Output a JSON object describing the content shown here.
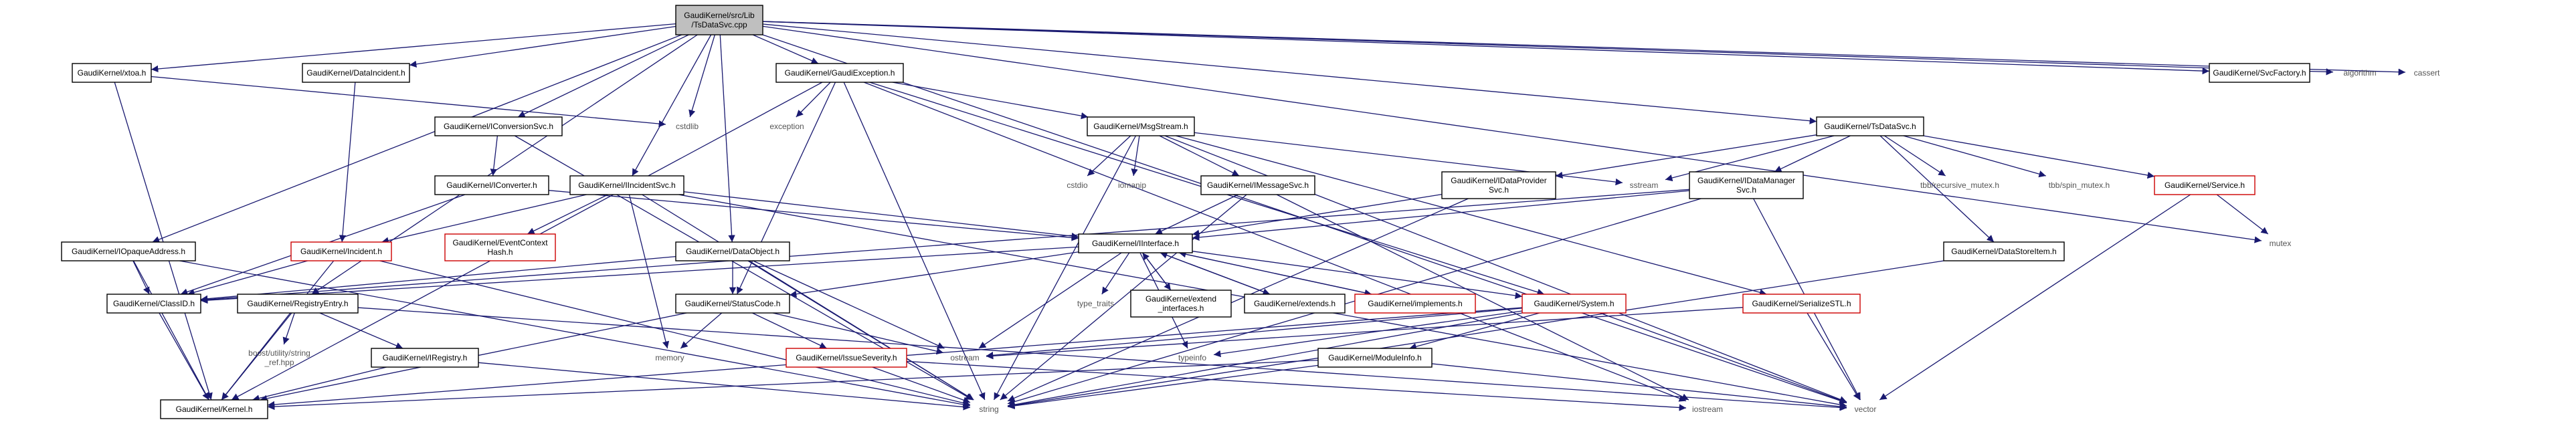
{
  "graph": {
    "nodes": {
      "root": {
        "lines": [
          "GaudiKernel/src/Lib",
          "/TsDataSvc.cpp"
        ],
        "style": "root"
      },
      "xtoa": {
        "lines": [
          "GaudiKernel/xtoa.h"
        ]
      },
      "dataincident": {
        "lines": [
          "GaudiKernel/DataIncident.h"
        ]
      },
      "gaudiexception": {
        "lines": [
          "GaudiKernel/GaudiException.h"
        ]
      },
      "svcfactory": {
        "lines": [
          "GaudiKernel/SvcFactory.h"
        ]
      },
      "algorithm": {
        "lines": [
          "algorithm"
        ],
        "style": "plain"
      },
      "cassert": {
        "lines": [
          "cassert"
        ],
        "style": "plain"
      },
      "cstdlib": {
        "lines": [
          "cstdlib"
        ],
        "style": "plain"
      },
      "exception": {
        "lines": [
          "exception"
        ],
        "style": "plain"
      },
      "iconversionsvc": {
        "lines": [
          "GaudiKernel/IConversionSvc.h"
        ]
      },
      "msgstream": {
        "lines": [
          "GaudiKernel/MsgStream.h"
        ]
      },
      "tsdatasvc": {
        "lines": [
          "GaudiKernel/TsDataSvc.h"
        ]
      },
      "iconverter": {
        "lines": [
          "GaudiKernel/IConverter.h"
        ]
      },
      "iincidentsvc": {
        "lines": [
          "GaudiKernel/IIncidentSvc.h"
        ]
      },
      "cstdio": {
        "lines": [
          "cstdio"
        ],
        "style": "plain"
      },
      "iomanip": {
        "lines": [
          "iomanip"
        ],
        "style": "plain"
      },
      "imessagesvc": {
        "lines": [
          "GaudiKernel/IMessageSvc.h"
        ]
      },
      "sstream": {
        "lines": [
          "sstream"
        ],
        "style": "plain"
      },
      "idataprovidersvc": {
        "lines": [
          "GaudiKernel/IDataProvider",
          "Svc.h"
        ]
      },
      "idatamanagersvc": {
        "lines": [
          "GaudiKernel/IDataManager",
          "Svc.h"
        ]
      },
      "tbbrecmutex": {
        "lines": [
          "tbb/recursive_mutex.h"
        ],
        "style": "plain"
      },
      "tbbspinmutex": {
        "lines": [
          "tbb/spin_mutex.h"
        ],
        "style": "plain"
      },
      "service": {
        "lines": [
          "GaudiKernel/Service.h"
        ],
        "style": "red"
      },
      "mutex": {
        "lines": [
          "mutex"
        ],
        "style": "plain"
      },
      "iopaqueaddress": {
        "lines": [
          "GaudiKernel/IOpaqueAddress.h"
        ]
      },
      "incident": {
        "lines": [
          "GaudiKernel/Incident.h"
        ],
        "style": "red"
      },
      "eventcontexthash": {
        "lines": [
          "GaudiKernel/EventContext",
          "Hash.h"
        ],
        "style": "red"
      },
      "dataobject": {
        "lines": [
          "GaudiKernel/DataObject.h"
        ]
      },
      "iinterface": {
        "lines": [
          "GaudiKernel/IInterface.h"
        ]
      },
      "datastoreitem": {
        "lines": [
          "GaudiKernel/DataStoreItem.h"
        ]
      },
      "classid": {
        "lines": [
          "GaudiKernel/ClassID.h"
        ]
      },
      "registryentry": {
        "lines": [
          "GaudiKernel/RegistryEntry.h"
        ]
      },
      "statuscode": {
        "lines": [
          "GaudiKernel/StatusCode.h"
        ]
      },
      "typetraits": {
        "lines": [
          "type_traits"
        ],
        "style": "plain"
      },
      "extendinterfaces": {
        "lines": [
          "GaudiKernel/extend",
          "_interfaces.h"
        ]
      },
      "extends": {
        "lines": [
          "GaudiKernel/extends.h"
        ]
      },
      "implements": {
        "lines": [
          "GaudiKernel/implements.h"
        ],
        "style": "red"
      },
      "system": {
        "lines": [
          "GaudiKernel/System.h"
        ],
        "style": "red"
      },
      "serializestl": {
        "lines": [
          "GaudiKernel/SerializeSTL.h"
        ],
        "style": "red"
      },
      "boostutilitystringref": {
        "lines": [
          "boost/utility/string",
          "_ref.hpp"
        ],
        "style": "plain"
      },
      "iregistry": {
        "lines": [
          "GaudiKernel/IRegistry.h"
        ]
      },
      "memory": {
        "lines": [
          "memory"
        ],
        "style": "plain"
      },
      "issueseverity": {
        "lines": [
          "GaudiKernel/IssueSeverity.h"
        ],
        "style": "red"
      },
      "ostream": {
        "lines": [
          "ostream"
        ],
        "style": "plain"
      },
      "typeinfo": {
        "lines": [
          "typeinfo"
        ],
        "style": "plain"
      },
      "moduleinfo": {
        "lines": [
          "GaudiKernel/ModuleInfo.h"
        ]
      },
      "kernel": {
        "lines": [
          "GaudiKernel/Kernel.h"
        ]
      },
      "string": {
        "lines": [
          "string"
        ],
        "style": "plain"
      },
      "iostream": {
        "lines": [
          "iostream"
        ],
        "style": "plain"
      },
      "vector": {
        "lines": [
          "vector"
        ],
        "style": "plain"
      }
    },
    "edges": [
      [
        "root",
        "xtoa"
      ],
      [
        "root",
        "dataincident"
      ],
      [
        "root",
        "gaudiexception"
      ],
      [
        "root",
        "svcfactory"
      ],
      [
        "root",
        "algorithm"
      ],
      [
        "root",
        "cassert"
      ],
      [
        "root",
        "cstdlib"
      ],
      [
        "root",
        "iconversionsvc"
      ],
      [
        "root",
        "tsdatasvc"
      ],
      [
        "root",
        "iincidentsvc"
      ],
      [
        "root",
        "iopaqueaddress"
      ],
      [
        "root",
        "dataobject"
      ],
      [
        "root",
        "registryentry"
      ],
      [
        "root",
        "vector"
      ],
      [
        "root",
        "mutex"
      ],
      [
        "xtoa",
        "cstdlib"
      ],
      [
        "xtoa",
        "kernel"
      ],
      [
        "dataincident",
        "incident"
      ],
      [
        "gaudiexception",
        "exception"
      ],
      [
        "gaudiexception",
        "msgstream"
      ],
      [
        "gaudiexception",
        "statuscode"
      ],
      [
        "gaudiexception",
        "system"
      ],
      [
        "gaudiexception",
        "kernel"
      ],
      [
        "gaudiexception",
        "string"
      ],
      [
        "gaudiexception",
        "iostream"
      ],
      [
        "iconversionsvc",
        "iconverter"
      ],
      [
        "iconversionsvc",
        "string"
      ],
      [
        "msgstream",
        "cstdio"
      ],
      [
        "msgstream",
        "iomanip"
      ],
      [
        "msgstream",
        "imessagesvc"
      ],
      [
        "msgstream",
        "sstream"
      ],
      [
        "msgstream",
        "serializestl"
      ],
      [
        "msgstream",
        "string"
      ],
      [
        "msgstream",
        "vector"
      ],
      [
        "tsdatasvc",
        "idataprovidersvc"
      ],
      [
        "tsdatasvc",
        "idatamanagersvc"
      ],
      [
        "tsdatasvc",
        "datastoreitem"
      ],
      [
        "tsdatasvc",
        "tbbrecmutex"
      ],
      [
        "tsdatasvc",
        "tbbspinmutex"
      ],
      [
        "tsdatasvc",
        "service"
      ],
      [
        "tsdatasvc",
        "sstream"
      ],
      [
        "iconverter",
        "classid"
      ],
      [
        "iconverter",
        "iinterface"
      ],
      [
        "iincidentsvc",
        "incident"
      ],
      [
        "iincidentsvc",
        "eventcontexthash"
      ],
      [
        "iincidentsvc",
        "iinterface"
      ],
      [
        "iincidentsvc",
        "memory"
      ],
      [
        "iincidentsvc",
        "string"
      ],
      [
        "iincidentsvc",
        "vector"
      ],
      [
        "imessagesvc",
        "iinterface"
      ],
      [
        "imessagesvc",
        "string"
      ],
      [
        "imessagesvc",
        "iostream"
      ],
      [
        "idataprovidersvc",
        "iinterface"
      ],
      [
        "idataprovidersvc",
        "string"
      ],
      [
        "idatamanagersvc",
        "iinterface"
      ],
      [
        "idatamanagersvc",
        "classid"
      ],
      [
        "idatamanagersvc",
        "string"
      ],
      [
        "idatamanagersvc",
        "vector"
      ],
      [
        "service",
        "mutex"
      ],
      [
        "service",
        "vector"
      ],
      [
        "iopaqueaddress",
        "classid"
      ],
      [
        "iopaqueaddress",
        "kernel"
      ],
      [
        "iopaqueaddress",
        "string"
      ],
      [
        "incident",
        "classid"
      ],
      [
        "incident",
        "kernel"
      ],
      [
        "incident",
        "string"
      ],
      [
        "dataobject",
        "classid"
      ],
      [
        "dataobject",
        "statuscode"
      ],
      [
        "dataobject",
        "string"
      ],
      [
        "dataobject",
        "ostream"
      ],
      [
        "iinterface",
        "classid"
      ],
      [
        "iinterface",
        "statuscode"
      ],
      [
        "iinterface",
        "extendinterfaces"
      ],
      [
        "iinterface",
        "extends"
      ],
      [
        "iinterface",
        "implements"
      ],
      [
        "iinterface",
        "system"
      ],
      [
        "iinterface",
        "typetraits"
      ],
      [
        "iinterface",
        "ostream"
      ],
      [
        "iinterface",
        "typeinfo"
      ],
      [
        "extendinterfaces",
        "iinterface"
      ],
      [
        "extends",
        "iinterface"
      ],
      [
        "implements",
        "iinterface"
      ],
      [
        "datastoreitem",
        "string"
      ],
      [
        "classid",
        "kernel"
      ],
      [
        "registryentry",
        "kernel"
      ],
      [
        "registryentry",
        "boostutilitystringref"
      ],
      [
        "registryentry",
        "iregistry"
      ],
      [
        "registryentry",
        "vector"
      ],
      [
        "statuscode",
        "memory"
      ],
      [
        "statuscode",
        "issueseverity"
      ],
      [
        "statuscode",
        "ostream"
      ],
      [
        "statuscode",
        "kernel"
      ],
      [
        "system",
        "moduleinfo"
      ],
      [
        "system",
        "kernel"
      ],
      [
        "system",
        "string"
      ],
      [
        "system",
        "vector"
      ],
      [
        "system",
        "typeinfo"
      ],
      [
        "system",
        "ostream"
      ],
      [
        "serializestl",
        "ostream"
      ],
      [
        "serializestl",
        "vector"
      ],
      [
        "iregistry",
        "kernel"
      ],
      [
        "iregistry",
        "string"
      ],
      [
        "issueseverity",
        "string"
      ],
      [
        "issueseverity",
        "iostream"
      ],
      [
        "moduleinfo",
        "kernel"
      ],
      [
        "moduleinfo",
        "string"
      ],
      [
        "moduleinfo",
        "vector"
      ]
    ]
  }
}
